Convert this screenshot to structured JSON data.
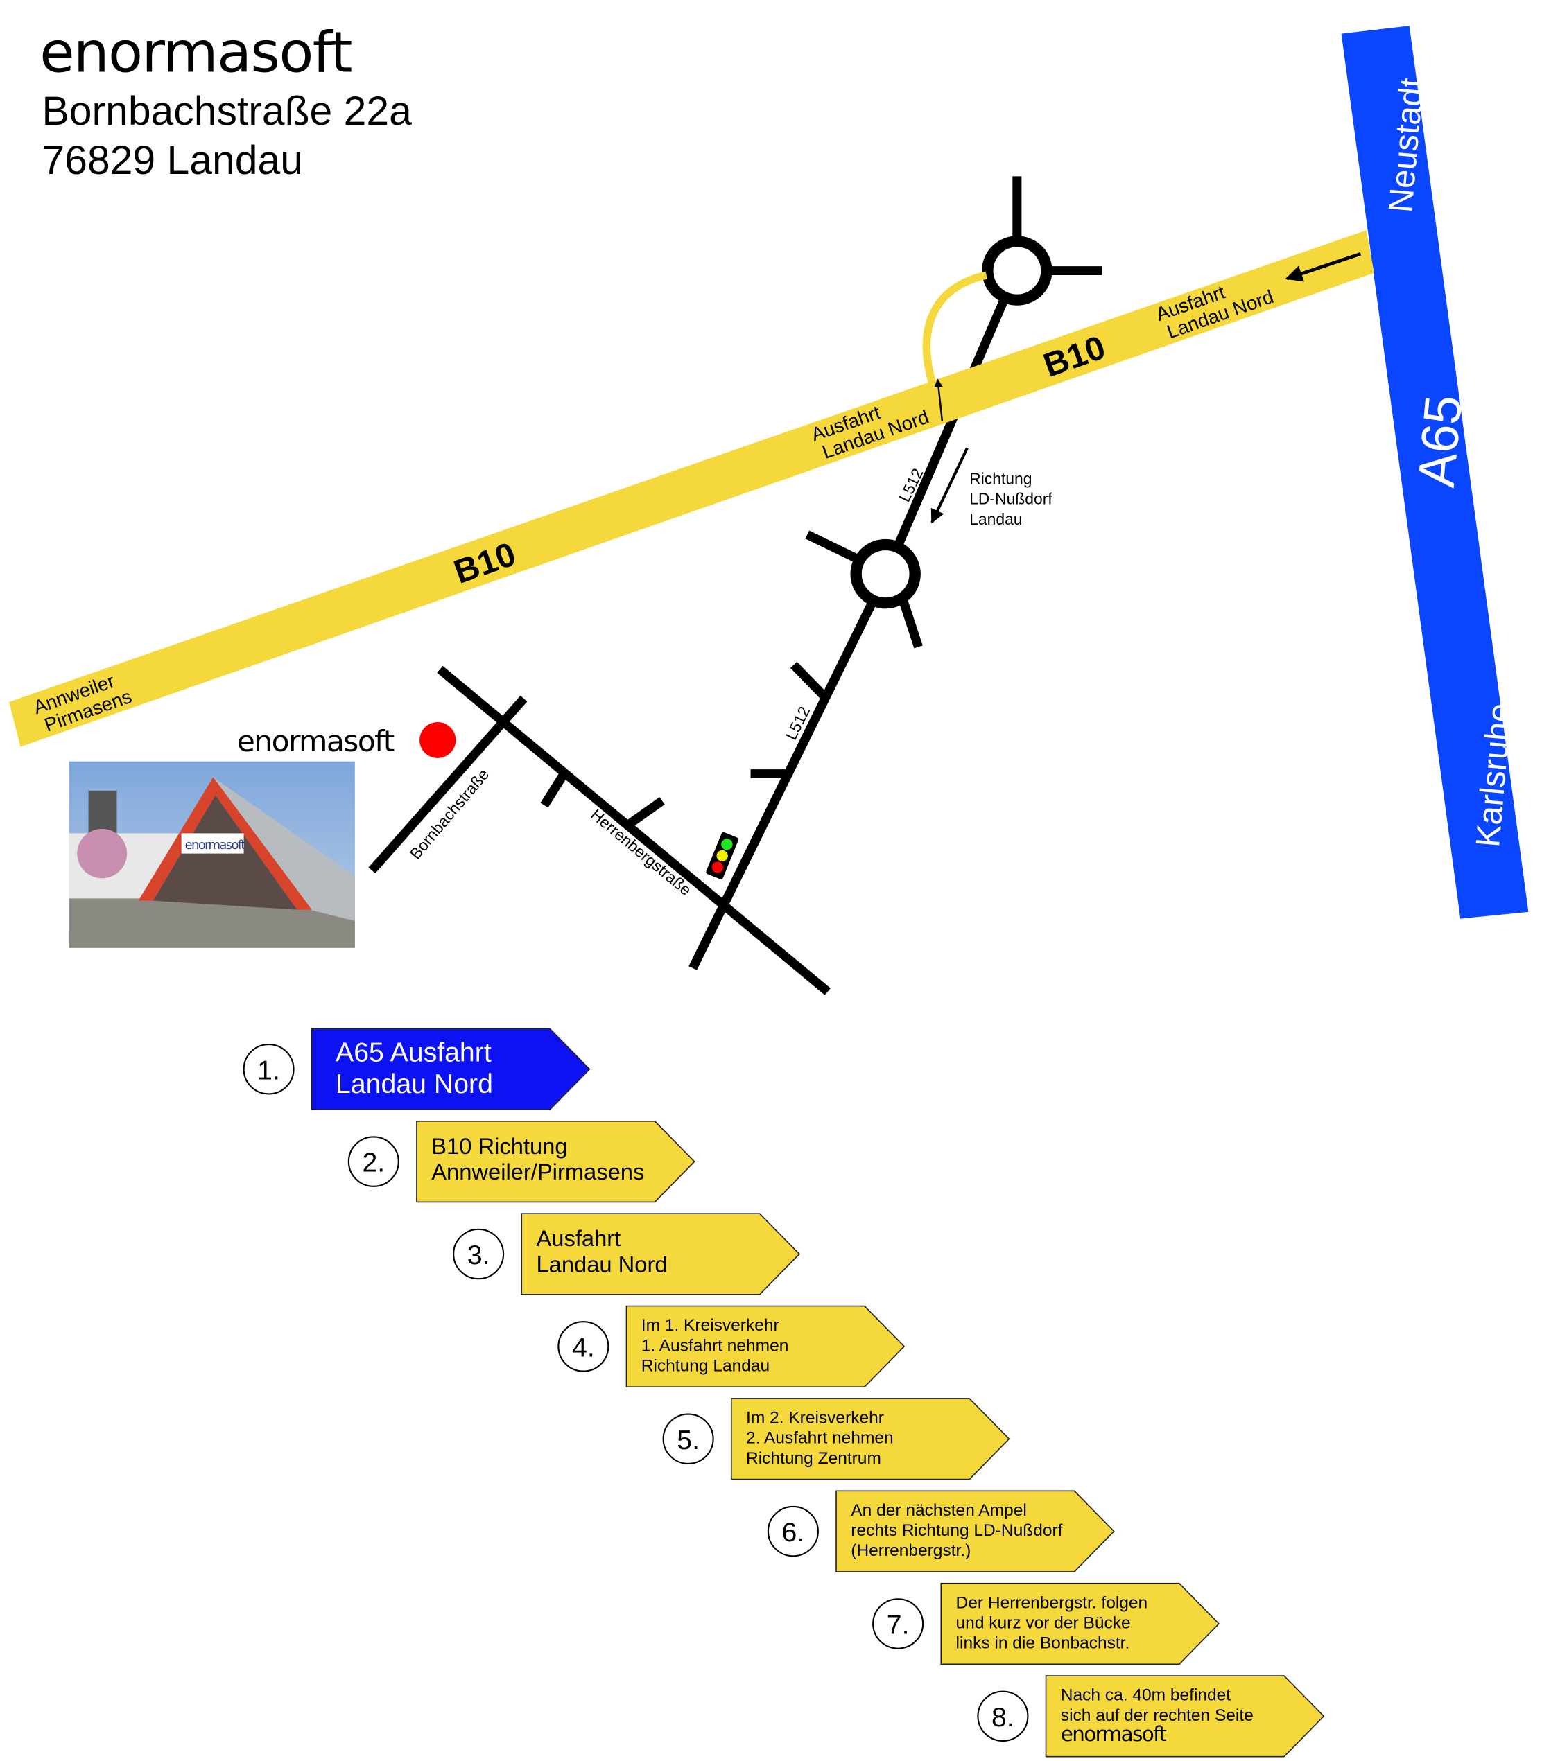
{
  "header": {
    "company": "enormasoft",
    "street": "Bornbachstraße 22a",
    "city": "76829 Landau"
  },
  "map": {
    "b10_label": "B10",
    "a65_label": "A65",
    "a65_north": "Neustadt",
    "a65_south": "Karlsruhe",
    "b10_west": [
      "Annweiler",
      "Pirmasens"
    ],
    "exit_label_east": [
      "Ausfahrt",
      "Landau Nord"
    ],
    "exit_label_west": [
      "Ausfahrt",
      "Landau Nord"
    ],
    "l512_label": "L512",
    "direction": [
      "Richtung",
      "LD-Nußdorf",
      "Landau"
    ],
    "bornbach_label": "Bornbachstraße",
    "herrenberg_label": "Herrenbergstraße",
    "marker_logo": "enormasoft",
    "photo_sign": "enormasoft"
  },
  "colors": {
    "yellow": "#f4d83c",
    "a65_blue": "#0a46ff",
    "step1_blue": "#0d12f2",
    "marker_red": "#ff0000"
  },
  "steps": [
    {
      "num": "1.",
      "lines": [
        "A65 Ausfahrt",
        "Landau Nord"
      ]
    },
    {
      "num": "2.",
      "lines": [
        "B10 Richtung",
        "Annweiler/Pirmasens"
      ]
    },
    {
      "num": "3.",
      "lines": [
        "Ausfahrt",
        "Landau Nord"
      ]
    },
    {
      "num": "4.",
      "lines": [
        "Im 1. Kreisverkehr",
        "1. Ausfahrt nehmen",
        "Richtung Landau"
      ]
    },
    {
      "num": "5.",
      "lines": [
        "Im 2. Kreisverkehr",
        "2. Ausfahrt nehmen",
        "Richtung Zentrum"
      ]
    },
    {
      "num": "6.",
      "lines": [
        "An der nächsten Ampel",
        "rechts Richtung LD-Nußdorf",
        "(Herrenbergstr.)"
      ]
    },
    {
      "num": "7.",
      "lines": [
        "Der Herrenbergstr. folgen",
        "und kurz vor der Bücke",
        "links in die Bonbachstr."
      ]
    },
    {
      "num": "8.",
      "lines": [
        "Nach ca. 40m befindet",
        "sich auf der rechten Seite",
        "enormasoft"
      ]
    }
  ]
}
